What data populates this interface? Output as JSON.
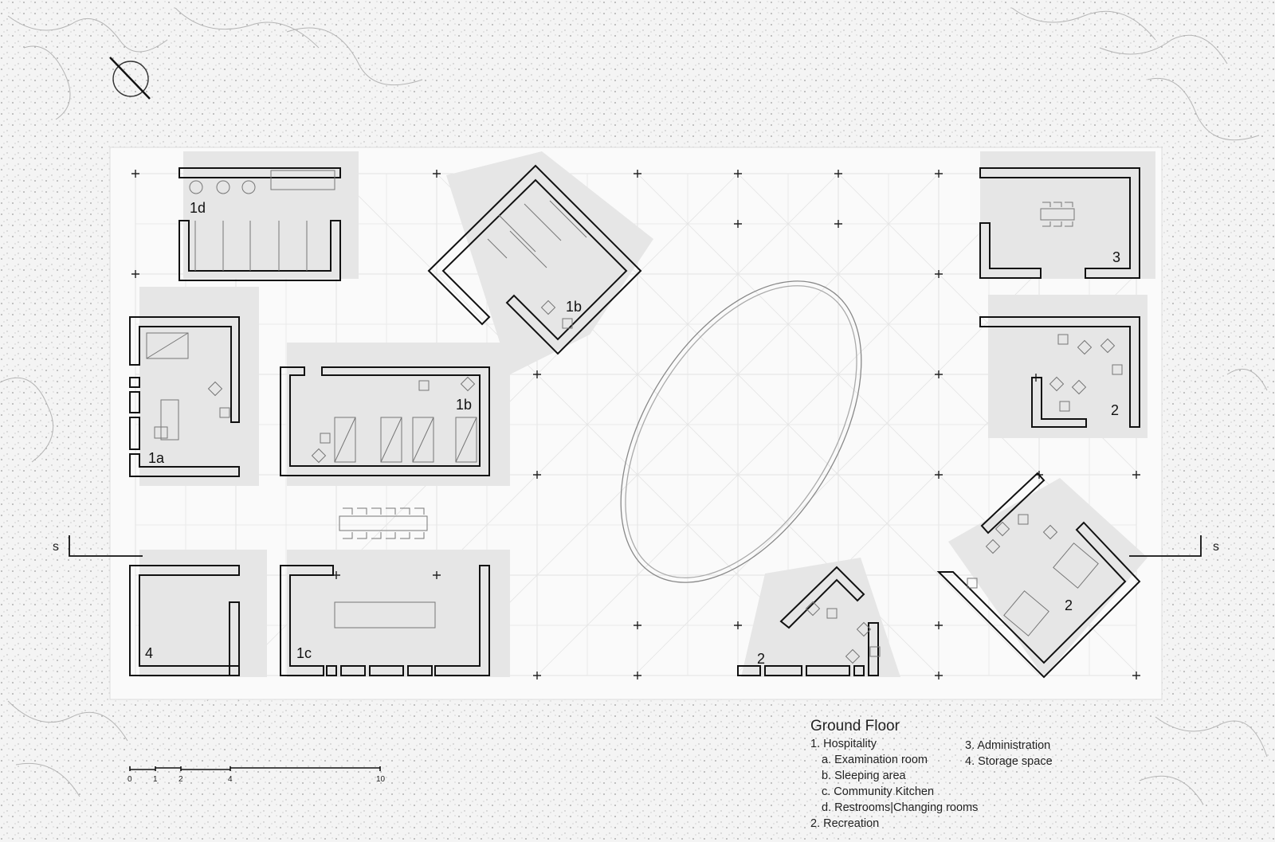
{
  "legend": {
    "title": "Ground Floor",
    "items": [
      "1. Hospitality",
      "a. Examination room",
      "b. Sleeping area",
      "c. Community Kitchen",
      "d. Restrooms|Changing rooms",
      "2. Recreation"
    ],
    "items_right": [
      "3. Administration",
      "4. Storage space"
    ]
  },
  "room_labels": {
    "r1d": "1d",
    "r1b_top": "1b",
    "r1a": "1a",
    "r1b_mid": "1b",
    "r3": "3",
    "r2_right": "2",
    "r2_diag": "2",
    "r4": "4",
    "r1c": "1c",
    "r2_bottom": "2"
  },
  "section_marks": {
    "left": "s",
    "right": "s"
  },
  "scale_bar": {
    "labels": [
      "0",
      "1",
      "2",
      "4",
      "10"
    ]
  },
  "colors": {
    "wall": "#111111",
    "shadow": "#e2e2e2",
    "site": "#fafafa",
    "grid": "#d9d9d9"
  }
}
